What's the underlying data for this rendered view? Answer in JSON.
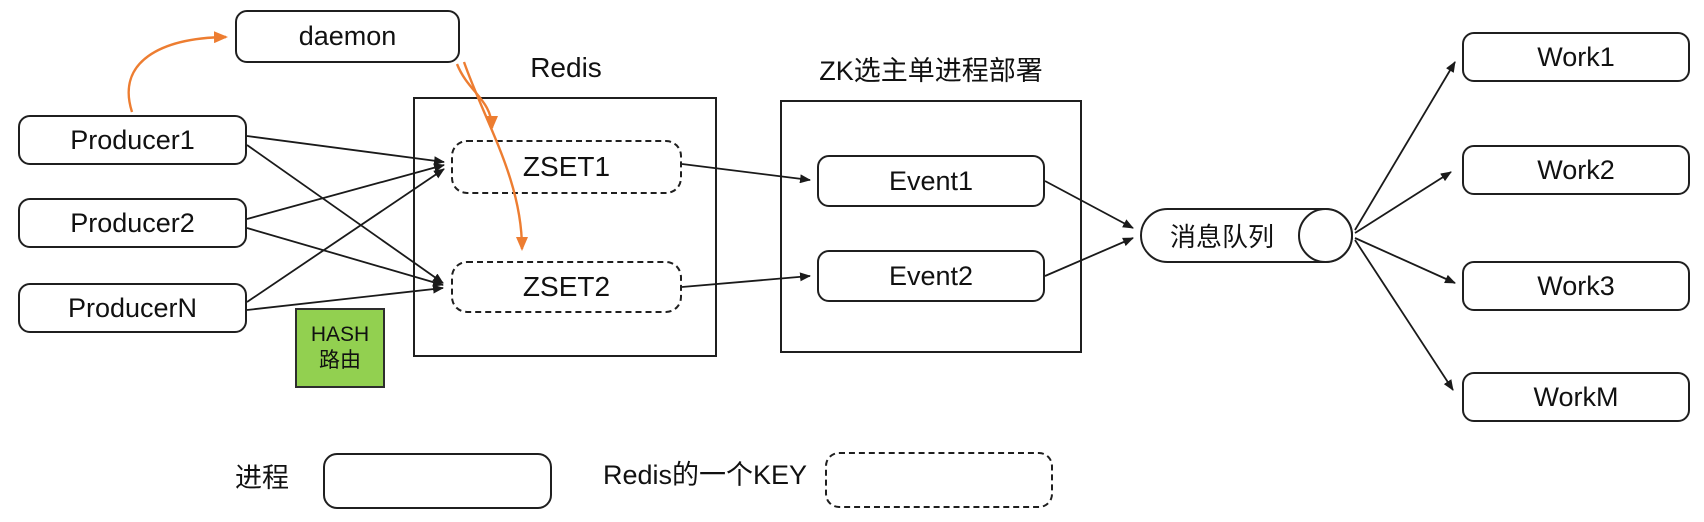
{
  "diagram": {
    "nodes": {
      "daemon": "daemon",
      "producer1": "Producer1",
      "producer2": "Producer2",
      "producerN": "ProducerN",
      "redis_container_label": "Redis",
      "zset1": "ZSET1",
      "zset2": "ZSET2",
      "zk_container_label": "ZK选主单进程部署",
      "event1": "Event1",
      "event2": "Event2",
      "queue": "消息队列",
      "work1": "Work1",
      "work2": "Work2",
      "work3": "Work3",
      "workM": "WorkM",
      "hash_note_line1": "HASH",
      "hash_note_line2": "路由"
    },
    "legend": {
      "process_label": "进程",
      "redis_key_label": "Redis的一个KEY"
    },
    "colors": {
      "arrow_orange": "#ED7D31",
      "hash_green": "#92D050",
      "line_black": "#1a1a1a"
    },
    "edges": [
      {
        "from": "Producer1",
        "to": "ZSET1",
        "style": "black-arrow"
      },
      {
        "from": "Producer1",
        "to": "ZSET2",
        "style": "black-arrow"
      },
      {
        "from": "Producer2",
        "to": "ZSET1",
        "style": "black-arrow"
      },
      {
        "from": "Producer2",
        "to": "ZSET2",
        "style": "black-arrow"
      },
      {
        "from": "ProducerN",
        "to": "ZSET1",
        "style": "black-arrow"
      },
      {
        "from": "ProducerN",
        "to": "ZSET2",
        "style": "black-arrow"
      },
      {
        "from": "ZSET1",
        "to": "Event1",
        "style": "black-arrow"
      },
      {
        "from": "ZSET2",
        "to": "Event2",
        "style": "black-arrow"
      },
      {
        "from": "Event1",
        "to": "消息队列",
        "style": "black-arrow"
      },
      {
        "from": "Event2",
        "to": "消息队列",
        "style": "black-arrow"
      },
      {
        "from": "消息队列",
        "to": "Work1",
        "style": "black-arrow"
      },
      {
        "from": "消息队列",
        "to": "Work2",
        "style": "black-arrow"
      },
      {
        "from": "消息队列",
        "to": "Work3",
        "style": "black-arrow"
      },
      {
        "from": "消息队列",
        "to": "WorkM",
        "style": "black-arrow"
      },
      {
        "from": "Producer1",
        "to": "daemon",
        "style": "orange-curved-arrow"
      },
      {
        "from": "daemon",
        "to": "ZSET1",
        "style": "orange-curved-arrow"
      },
      {
        "from": "daemon",
        "to": "ZSET2",
        "style": "orange-curved-arrow"
      }
    ]
  }
}
